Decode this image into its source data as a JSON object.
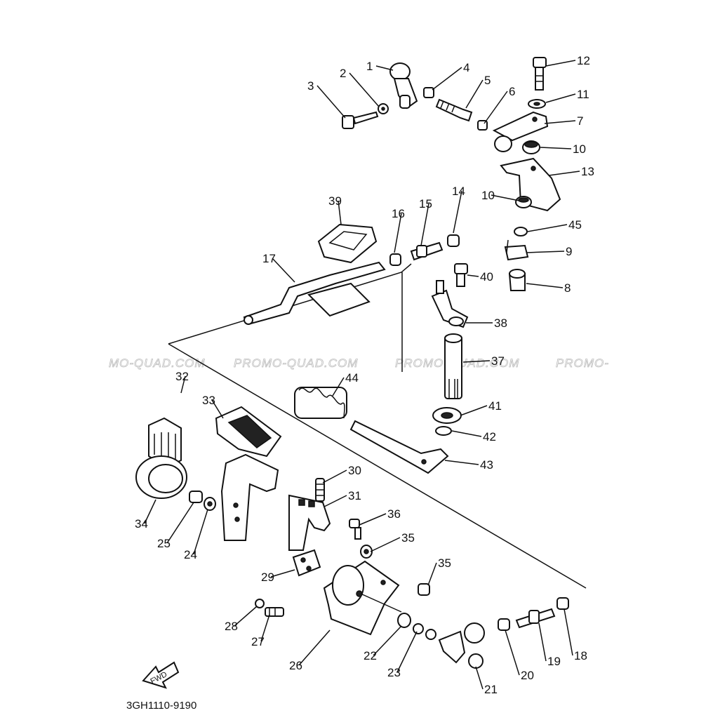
{
  "labels": [
    "1",
    "2",
    "3",
    "4",
    "5",
    "6",
    "7",
    "8",
    "9",
    "10",
    "10",
    "11",
    "12",
    "13",
    "14",
    "15",
    "16",
    "17",
    "18",
    "19",
    "20",
    "21",
    "22",
    "23",
    "24",
    "25",
    "26",
    "27",
    "28",
    "29",
    "30",
    "31",
    "32",
    "33",
    "34",
    "35",
    "35",
    "36",
    "37",
    "38",
    "39",
    "40",
    "41",
    "42",
    "43",
    "44",
    "45"
  ],
  "watermark": [
    "MO-QUAD.COM",
    "PROMO-QUAD.COM",
    "PROMO-QUAD.COM",
    "PROMO-"
  ],
  "fwd_label": "FWD",
  "part_code": "3GH1110-9190"
}
